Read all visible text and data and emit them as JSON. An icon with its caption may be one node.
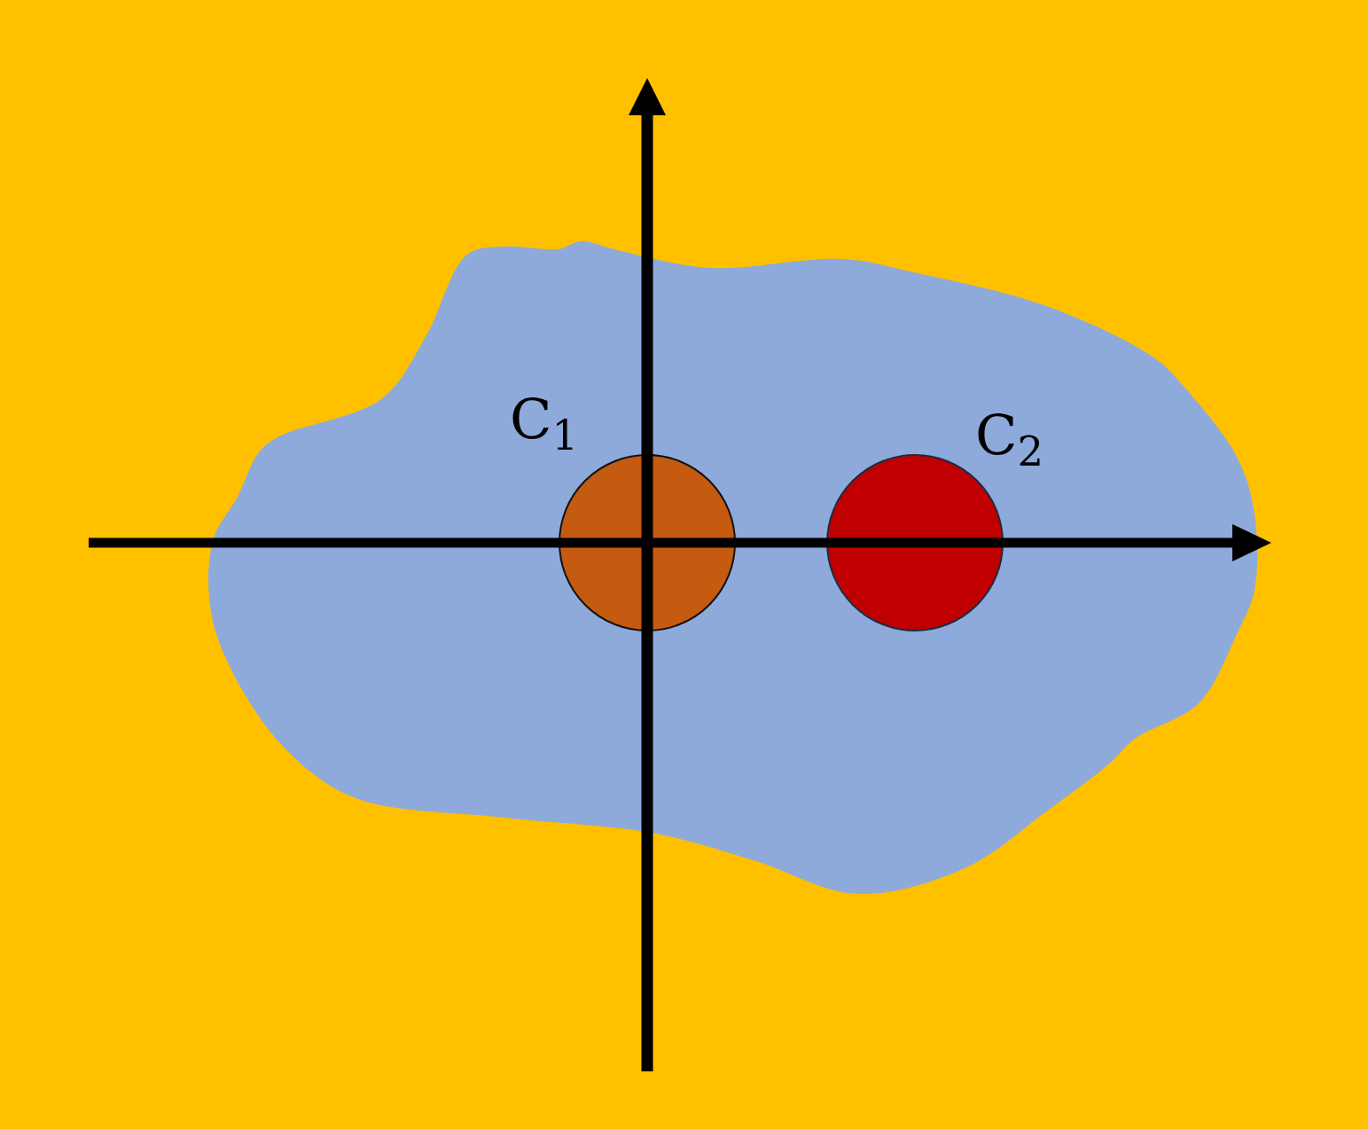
{
  "diagram": {
    "nodes": [
      {
        "text": [],
        "shape": "cloud"
      },
      {
        "text": [],
        "shape": "circle",
        "in": 0,
        "beside": [
          "C$_{1}$"
        ]
      },
      {
        "text": [],
        "shape": "circle",
        "in": 0,
        "beside": [
          "C$_{2}$"
        ]
      }
    ]
  }
}
